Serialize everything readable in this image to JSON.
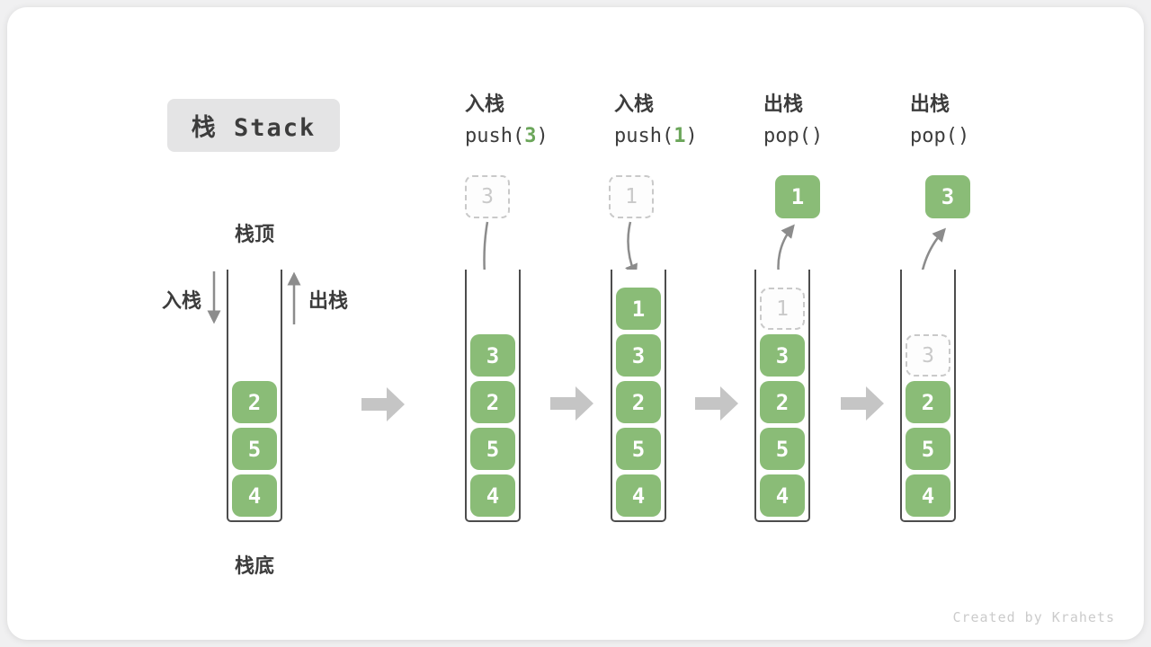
{
  "page": {
    "title": "栈 Stack",
    "watermark": "Created by Krahets"
  },
  "colors": {
    "page_bg": "#f0f0f1",
    "card_bg": "#ffffff",
    "title_bg": "#e4e4e5",
    "text_dark": "#3c3c3c",
    "cell_green": "#8abc77",
    "arg_green": "#6ba65a",
    "arrow_gray": "#8c8c8c",
    "block_arrow_gray": "#c5c5c5",
    "ghost_gray": "#c9c9c9",
    "wall_gray": "#4d4d4d",
    "watermark_gray": "#cbcbcb"
  },
  "stack_labels": {
    "top": "栈顶",
    "bottom": "栈底",
    "push_side": "入栈",
    "pop_side": "出栈"
  },
  "stages": [
    {
      "stack": [
        "2",
        "5",
        "4"
      ]
    },
    {
      "op_name": "入栈",
      "code_pre": "push(",
      "code_arg": "3",
      "code_post": ")",
      "incoming": "3",
      "stack": [
        "3",
        "2",
        "5",
        "4"
      ]
    },
    {
      "op_name": "入栈",
      "code_pre": "push(",
      "code_arg": "1",
      "code_post": ")",
      "incoming": "1",
      "stack": [
        "1",
        "3",
        "2",
        "5",
        "4"
      ]
    },
    {
      "op_name": "出栈",
      "code_pre": "pop()",
      "code_arg": "",
      "code_post": "",
      "popped": "1",
      "ghost": "1",
      "stack": [
        "3",
        "2",
        "5",
        "4"
      ]
    },
    {
      "op_name": "出栈",
      "code_pre": "pop()",
      "code_arg": "",
      "code_post": "",
      "popped": "3",
      "ghost": "3",
      "stack": [
        "2",
        "5",
        "4"
      ]
    }
  ]
}
